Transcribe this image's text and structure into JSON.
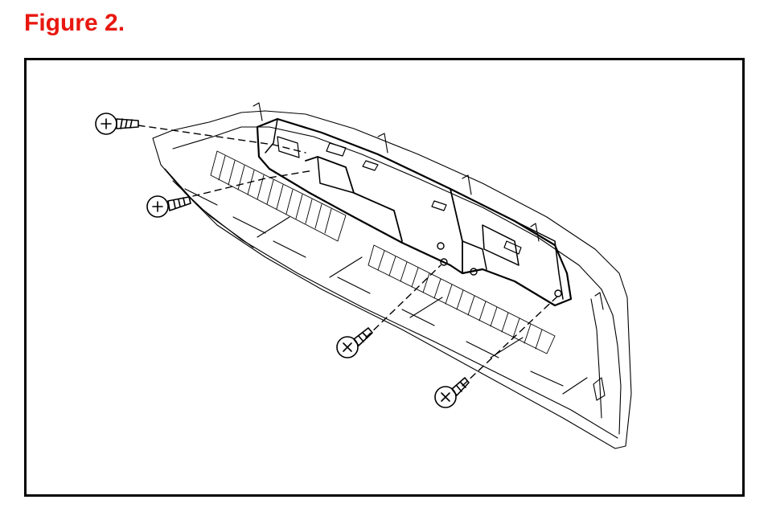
{
  "figure": {
    "title": "Figure 2.",
    "title_color": "#e8170f"
  },
  "drawing": {
    "line_color": "#000000",
    "background": "#ffffff",
    "parts": [
      "trim-panel",
      "mounting-bracket",
      "screw",
      "screw",
      "screw",
      "screw"
    ]
  }
}
